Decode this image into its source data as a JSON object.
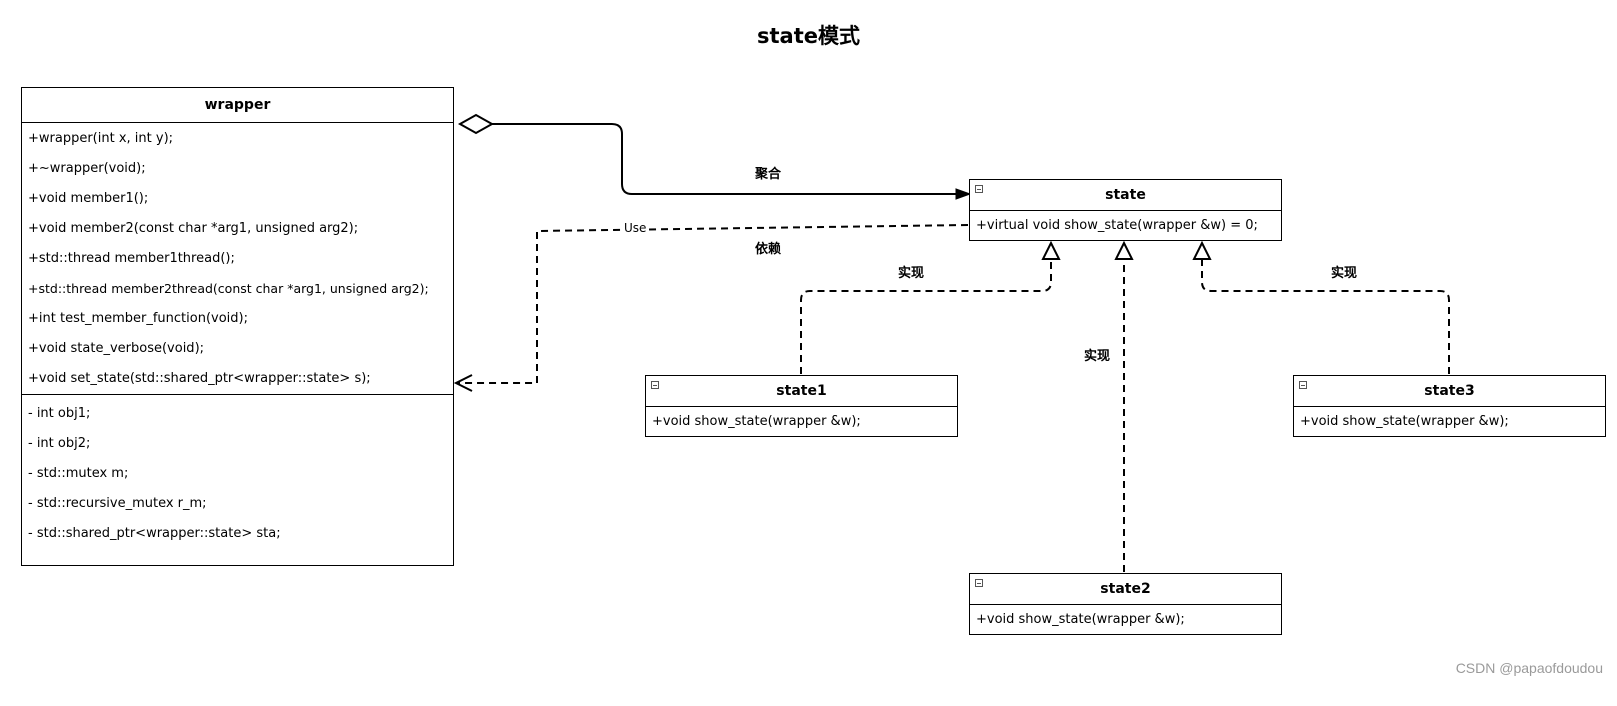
{
  "title": "state模式",
  "classes": {
    "wrapper": {
      "name": "wrapper",
      "methods": [
        "+wrapper(int x, int y);",
        "+~wrapper(void);",
        "+void member1();",
        "+void member2(const char *arg1, unsigned arg2);",
        "+std::thread member1thread();",
        "+std::thread member2thread(const char *arg1, unsigned arg2);",
        "+int test_member_function(void);",
        "+void state_verbose(void);",
        "+void set_state(std::shared_ptr<wrapper::state> s);"
      ],
      "attributes": [
        "- int obj1;",
        "- int obj2;",
        "- std::mutex m;",
        "- std::recursive_mutex r_m;",
        "- std::shared_ptr<wrapper::state> sta;"
      ]
    },
    "state": {
      "name": "state",
      "methods": [
        "+virtual void show_state(wrapper &w) = 0;"
      ]
    },
    "state1": {
      "name": "state1",
      "methods": [
        "+void show_state(wrapper &w);"
      ]
    },
    "state2": {
      "name": "state2",
      "methods": [
        "+void show_state(wrapper &w);"
      ]
    },
    "state3": {
      "name": "state3",
      "methods": [
        "+void show_state(wrapper &w);"
      ]
    }
  },
  "relations": {
    "aggregation": {
      "label": "聚合",
      "from": "wrapper",
      "to": "state",
      "type": "aggregation"
    },
    "dependency": {
      "label": "依赖",
      "stereotype": "Use",
      "from": "state",
      "to": "wrapper",
      "type": "dependency"
    },
    "realization_state1": {
      "label": "实现",
      "from": "state1",
      "to": "state",
      "type": "realization"
    },
    "realization_state2": {
      "label": "实现",
      "from": "state2",
      "to": "state",
      "type": "realization"
    },
    "realization_state3": {
      "label": "实现",
      "from": "state3",
      "to": "state",
      "type": "realization"
    }
  },
  "watermark": "CSDN @papaofdoudou"
}
